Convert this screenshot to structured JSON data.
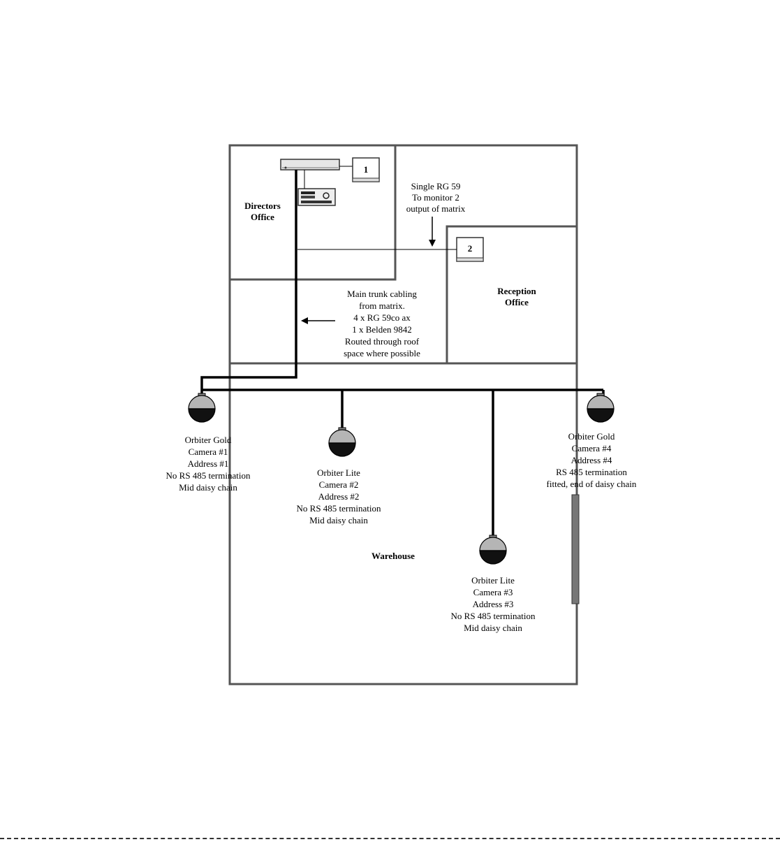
{
  "rooms": {
    "directors": "Directors\nOffice",
    "reception": "Reception\nOffice",
    "warehouse": "Warehouse"
  },
  "monitors": {
    "monitor1": "1",
    "monitor2": "2"
  },
  "annotations": {
    "single_rg59": "Single RG 59\nTo monitor 2\noutput of matrix",
    "main_trunk": "Main trunk cabling\nfrom matrix.\n4 x RG 59co ax\n1 x Belden 9842\nRouted through roof\nspace where possible"
  },
  "cameras": [
    {
      "id": "camera-1",
      "text": "Orbiter Gold\nCamera #1\nAddress #1\nNo RS 485 termination\nMid daisy chain"
    },
    {
      "id": "camera-2",
      "text": "Orbiter Lite\nCamera #2\nAddress #2\nNo RS 485 termination\nMid daisy chain"
    },
    {
      "id": "camera-3",
      "text": "Orbiter Lite\nCamera #3\nAddress #3\nNo RS 485 termination\nMid daisy chain"
    },
    {
      "id": "camera-4",
      "text": "Orbiter Gold\nCamera #4\nAddress #4\nRS 485 termination\nfitted, end of daisy chain"
    }
  ]
}
